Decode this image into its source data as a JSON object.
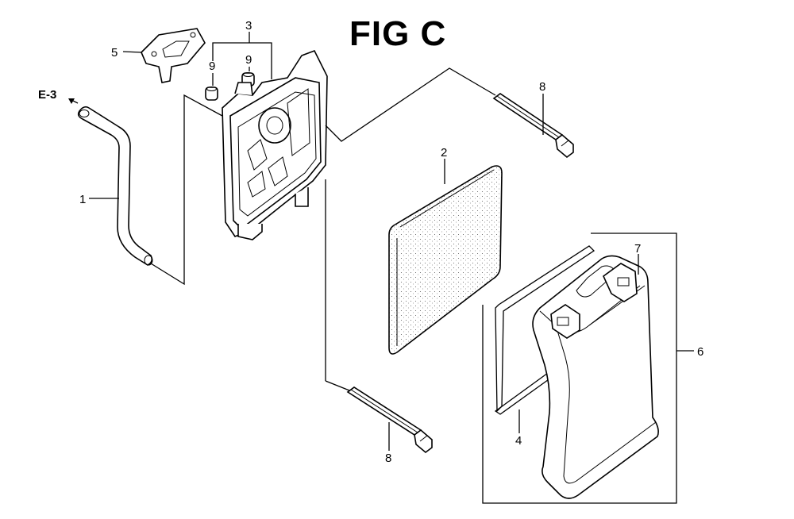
{
  "figure": {
    "title": "FIG C"
  },
  "callouts": {
    "ref": "E-3",
    "breather_tube": "1",
    "element": "2",
    "case": "3",
    "packing": "4",
    "gasket": "5",
    "cover": "6",
    "grommet_cover": "7",
    "bolt_upper": "8",
    "bolt_lower": "8",
    "grommet_left": "9",
    "grommet_right": "9"
  }
}
